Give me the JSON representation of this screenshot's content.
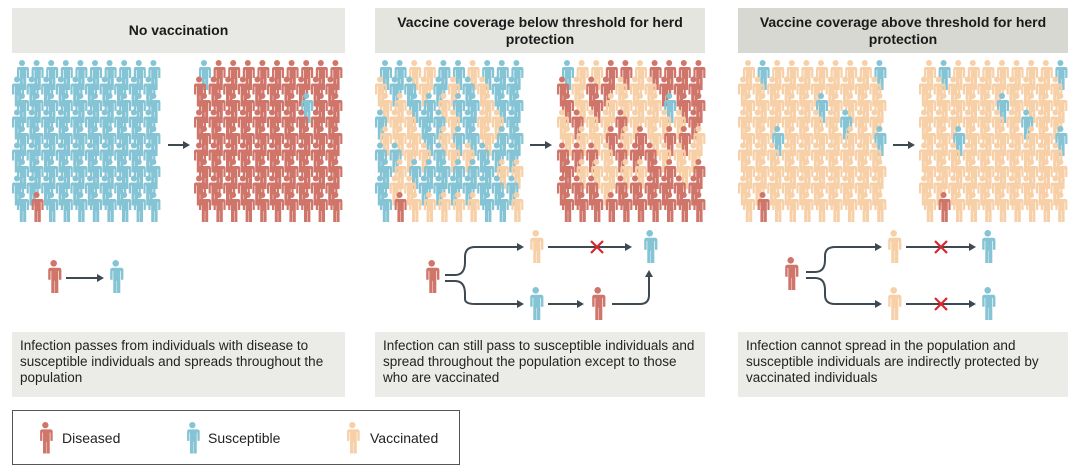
{
  "colors": {
    "diseased": "#d0756a",
    "susceptible": "#84c4d5",
    "vaccinated": "#f7d0a8",
    "arrow": "#3d4a52",
    "cross": "#d9262e",
    "header_light": "#e8e8e4",
    "header_dark": "#d8d8d3",
    "desc_bg": "#ebebe7"
  },
  "panels": [
    {
      "title": "No vaccination",
      "description": "Infection passes from individuals with disease to susceptible individuals and spreads throughout the population"
    },
    {
      "title": "Vaccine coverage below threshold for herd protection",
      "description": "Infection can still pass to susceptible individuals and spread throughout the population except to those who are vaccinated"
    },
    {
      "title": "Vaccine coverage above threshold for herd protection",
      "description": "Infection cannot spread in the population and susceptible individuals are indirectly protected by vaccinated individuals"
    }
  ],
  "legend": {
    "diseased": "Diseased",
    "susceptible": "Susceptible",
    "vaccinated": "Vaccinated"
  }
}
